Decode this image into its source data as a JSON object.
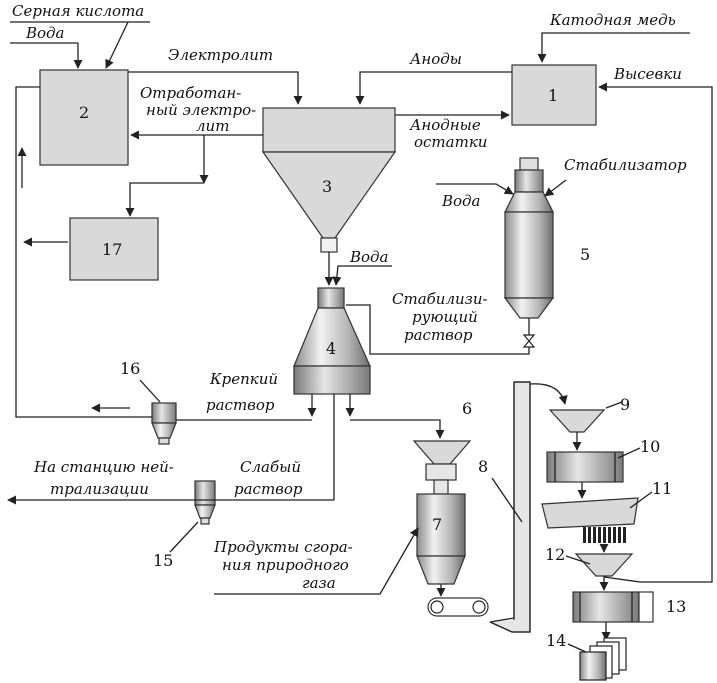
{
  "labels": {
    "sulfuric_acid": "Серная кислота",
    "water_top": "Вода",
    "electrolyte": "Электролит",
    "spent_1": "Отработан-",
    "spent_2": "ный электро-",
    "spent_3": "лит",
    "anodes": "Аноды",
    "anode_rem_1": "Анодные",
    "anode_rem_2": "остатки",
    "cathode_copper": "Катодная медь",
    "screenings": "Высевки",
    "stabilizer": "Стабилизатор",
    "water_right": "Вода",
    "water_mid": "Вода",
    "stab_1": "Стабилизи-",
    "stab_2": "рующий",
    "stab_3": "раствор",
    "strong_1": "Крепкий",
    "strong_2": "раствор",
    "weak_1": "Слабый",
    "weak_2": "раствор",
    "neutral_1": "На станцию ней-",
    "neutral_2": "трализации",
    "gas_1": "Продукты сгора-",
    "gas_2": "ния природного",
    "gas_3": "газа"
  },
  "numbers": {
    "n1": "1",
    "n2": "2",
    "n3": "3",
    "n4": "4",
    "n5": "5",
    "n6": "6",
    "n7": "7",
    "n8": "8",
    "n9": "9",
    "n10": "10",
    "n11": "11",
    "n12": "12",
    "n13": "13",
    "n14": "14",
    "n15": "15",
    "n16": "16",
    "n17": "17"
  },
  "colors": {
    "box_fill": "#d9d9d9",
    "line": "#222222"
  }
}
